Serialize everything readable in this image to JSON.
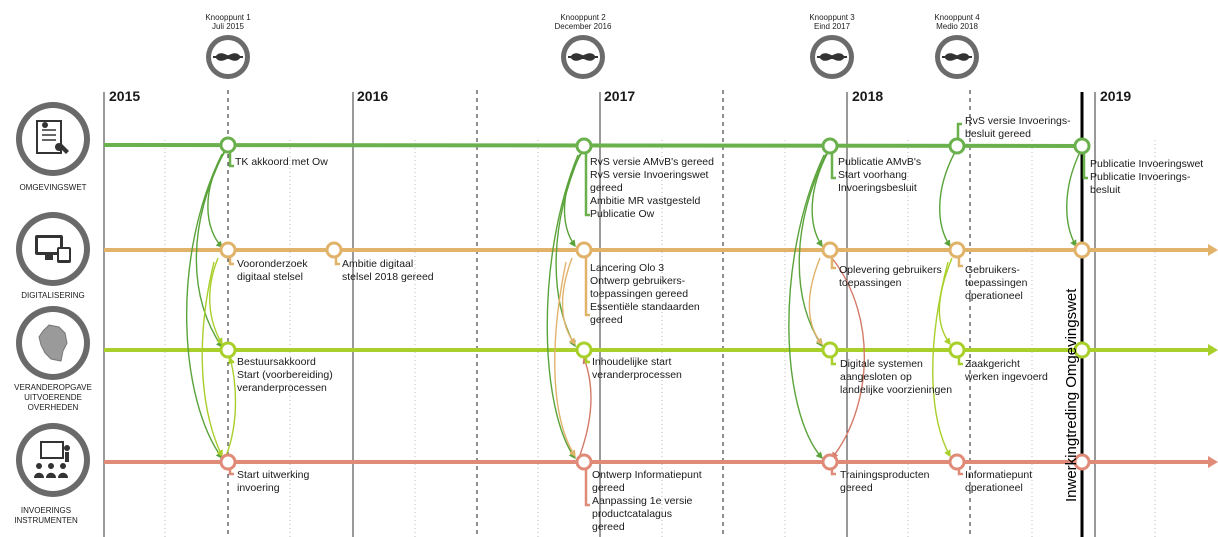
{
  "milestones": [
    {
      "id": "k1",
      "name": "Knooppunt 1",
      "date": "Juli 2015"
    },
    {
      "id": "k2",
      "name": "Knooppunt 2",
      "date": "December 2016"
    },
    {
      "id": "k3",
      "name": "Knooppunt 3",
      "date": "Eind 2017"
    },
    {
      "id": "k4",
      "name": "Knooppunt 4",
      "date": "Medio 2018"
    }
  ],
  "years": [
    "2015",
    "2016",
    "2017",
    "2018",
    "2019"
  ],
  "lanes": [
    {
      "id": "omgevingswet",
      "label": "OMGEVINGSWET",
      "color": "#6ab04c",
      "icon": "document-stamp-icon"
    },
    {
      "id": "digitalisering",
      "label": "DIGITALISERING",
      "color": "#e1b26a",
      "icon": "devices-icon"
    },
    {
      "id": "veranderopgave",
      "label": "VERANDEROPGAVE UITVOERENDE OVERHEDEN",
      "color": "#a8cf2a",
      "icon": "netherlands-map-icon"
    },
    {
      "id": "invoering",
      "label": "INVOERINGS INSTRUMENTEN",
      "color": "#e08a78",
      "icon": "presentation-icon"
    }
  ],
  "annotations": {
    "omg_k1": [
      "TK akkoord met Ow"
    ],
    "omg_k2": [
      "RvS versie AMvB's gereed",
      "RvS versie Invoeringswet",
      "gereed",
      "Ambitie MR vastgesteld",
      "Publicatie Ow"
    ],
    "omg_k3": [
      "Publicatie AMvB's",
      "Start voorhang",
      "Invoeringsbesluit"
    ],
    "omg_k4": [
      "RvS versie Invoerings-",
      "besluit gereed"
    ],
    "omg_k5": [
      "Publicatie Invoeringswet",
      "Publicatie Invoerings-",
      "besluit"
    ],
    "dig_k1": [
      "Vooronderzoek",
      "digitaal stelsel"
    ],
    "dig_k1b": [
      "Ambitie digitaal",
      "stelsel 2018 gereed"
    ],
    "dig_k2": [
      "Lancering Olo 3",
      "Ontwerp gebruikers-",
      "toepassingen gereed",
      "Essentiële  standaarden",
      "gereed"
    ],
    "dig_k3": [
      "Oplevering gebruikers",
      "toepassingen"
    ],
    "dig_k4": [
      "Gebruikers-",
      "toepassingen",
      "operationeel"
    ],
    "ver_k1": [
      "Bestuursakkoord",
      "Start (voorbereiding)",
      "veranderprocessen"
    ],
    "ver_k2": [
      "Inhoudelijke start",
      "veranderprocessen"
    ],
    "ver_k3": [
      "Digitale systemen",
      "aangesloten op",
      "landelijke voorzieningen"
    ],
    "ver_k4": [
      "Zaakgericht",
      "werken ingevoerd"
    ],
    "inv_k1": [
      "Start uitwerking",
      "invoering"
    ],
    "inv_k2": [
      "Ontwerp Informatiepunt",
      "gereed",
      "Aanpassing 1e versie",
      "productcatalagus",
      "gereed"
    ],
    "inv_k3": [
      "Trainingsproducten",
      "gereed"
    ],
    "inv_k4": [
      "Informatiepunt",
      "operationeel"
    ]
  },
  "vertical_label": "Inwerkingtreding Omgevingswet"
}
